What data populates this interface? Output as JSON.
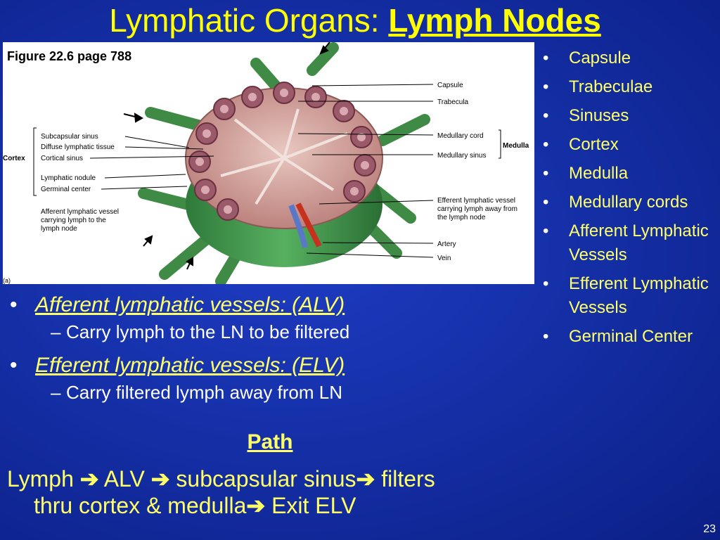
{
  "title": {
    "prefix": "Lymphatic Organs: ",
    "emphasis": "Lymph Nodes"
  },
  "figure": {
    "caption": "Figure 22.6 page 788",
    "panel_label": "(a)",
    "labels": {
      "capsule": "Capsule",
      "trabecula": "Trabecula",
      "medullary_cord": "Medullary cord",
      "medullary_sinus": "Medullary sinus",
      "medulla": "Medulla",
      "subcapsular_sinus": "Subcapsular sinus",
      "diffuse_tissue": "Diffuse lymphatic tissue",
      "cortical_sinus": "Cortical sinus",
      "cortex": "Cortex",
      "lymphatic_nodule": "Lymphatic nodule",
      "germinal_center": "Germinal center",
      "afferent_1": "Afferent lymphatic vessel",
      "afferent_2": "carrying lymph to the",
      "afferent_3": "lymph node",
      "efferent_1": "Efferent lymphatic vessel",
      "efferent_2": "carrying lymph away from",
      "efferent_3": "the lymph node",
      "artery": "Artery",
      "vein": "Vein"
    },
    "colors": {
      "vessel": "#4e9a4e",
      "tissue": "#c98a86",
      "artery": "#d03020",
      "vein": "#5a78c8"
    }
  },
  "side_list": [
    "Capsule",
    "Trabeculae",
    "Sinuses",
    "Cortex",
    "Medulla",
    "Medullary cords",
    "Afferent Lymphatic Vessels",
    "Efferent Lymphatic Vessels",
    "Germinal Center"
  ],
  "bullets": [
    {
      "title": "Afferent lymphatic vessels: (ALV)",
      "sub": "Carry lymph to the LN to be filtered"
    },
    {
      "title": "Efferent lymphatic vessels: (ELV)",
      "sub": "Carry filtered lymph away from LN"
    }
  ],
  "path": {
    "label": "Path",
    "parts": [
      "Lymph ",
      " ALV ",
      " subcapsular sinus",
      " filters",
      "thru cortex & medulla",
      " Exit ELV"
    ],
    "arrow": "➔"
  },
  "page_number": "23",
  "colors": {
    "title": "#ffff00",
    "text": "#ffff66",
    "background": "#1530a8"
  }
}
